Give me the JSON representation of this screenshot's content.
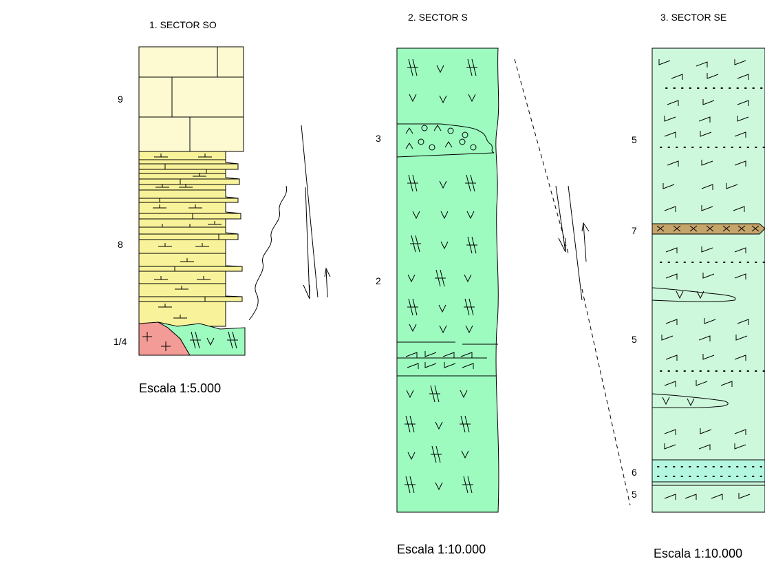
{
  "colors": {
    "limestone_cream": "#fdfad2",
    "marl_yellow": "#f8f29a",
    "granite_pink": "#f39b96",
    "volcanic_green": "#9dfbc0",
    "tuff_pale_green": "#cdf8dc",
    "tuff_cyan": "#b4f7e1",
    "band_brown": "#c6a56b",
    "line": "#000000"
  },
  "columns": [
    {
      "title": "1. SECTOR SO",
      "scale": "Escala 1:5.000",
      "units": [
        "9",
        "8",
        "1/4"
      ]
    },
    {
      "title": "2. SECTOR S",
      "scale": "Escala 1:10.000",
      "units": [
        "3",
        "2"
      ]
    },
    {
      "title": "3. SECTOR SE",
      "scale": "Escala 1:10.000",
      "units": [
        "5",
        "7",
        "5",
        "6",
        "5"
      ]
    }
  ]
}
